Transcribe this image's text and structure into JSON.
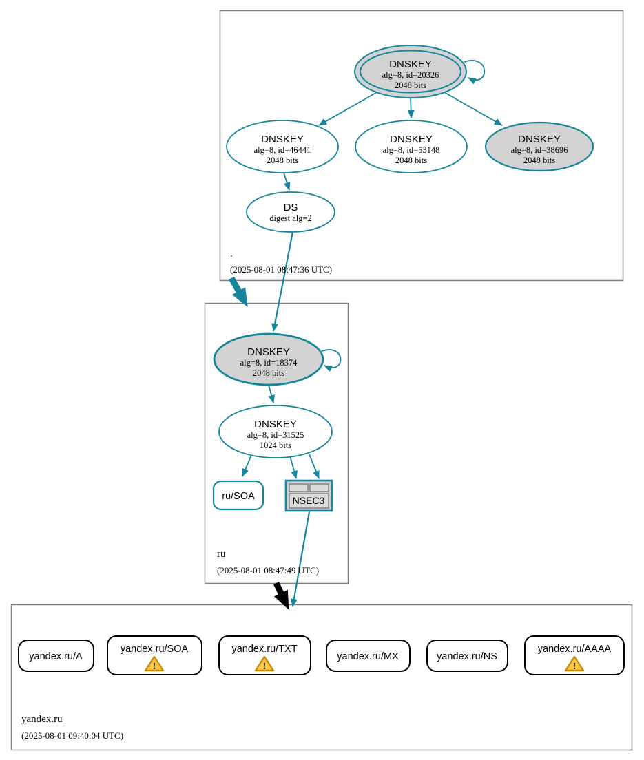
{
  "colors": {
    "edge_secure_teal": "#17869a",
    "node_gray_fill": "#d3d3d3",
    "node_white_fill": "#ffffff",
    "zone_box_border": "#7f7f7f",
    "rrset_border": "#000000",
    "delegation_arrow_black": "#000000",
    "warning_fill": "#f7c83d",
    "warning_border": "#c28c17"
  },
  "icons": {
    "warning_icon": "warning-triangle",
    "warning_glyph": "!"
  },
  "zones": {
    "root": {
      "label": ".",
      "timestamp": "(2025-08-01 08:47:36 UTC)",
      "nodes": {
        "ksk20326": {
          "title": "DNSKEY",
          "alg": "alg=8, id=20326",
          "bits": "2048 bits"
        },
        "zsk46441": {
          "title": "DNSKEY",
          "alg": "alg=8, id=46441",
          "bits": "2048 bits"
        },
        "zsk53148": {
          "title": "DNSKEY",
          "alg": "alg=8, id=53148",
          "bits": "2048 bits"
        },
        "zsk38696": {
          "title": "DNSKEY",
          "alg": "alg=8, id=38696",
          "bits": "2048 bits"
        },
        "ds": {
          "title": "DS",
          "digest": "digest alg=2"
        }
      }
    },
    "ru": {
      "label": "ru",
      "timestamp": "(2025-08-01 08:47:49 UTC)",
      "nodes": {
        "ksk18374": {
          "title": "DNSKEY",
          "alg": "alg=8, id=18374",
          "bits": "2048 bits"
        },
        "zsk31525": {
          "title": "DNSKEY",
          "alg": "alg=8, id=31525",
          "bits": "1024 bits"
        },
        "soa": {
          "label": "ru/SOA"
        },
        "nsec3": {
          "label": "NSEC3"
        }
      }
    },
    "yandex": {
      "label": "yandex.ru",
      "timestamp": "(2025-08-01 09:40:04 UTC)",
      "rrsets": [
        {
          "label": "yandex.ru/A",
          "warning": false
        },
        {
          "label": "yandex.ru/SOA",
          "warning": true
        },
        {
          "label": "yandex.ru/TXT",
          "warning": true
        },
        {
          "label": "yandex.ru/MX",
          "warning": false
        },
        {
          "label": "yandex.ru/NS",
          "warning": false
        },
        {
          "label": "yandex.ru/AAAA",
          "warning": true
        }
      ]
    }
  }
}
